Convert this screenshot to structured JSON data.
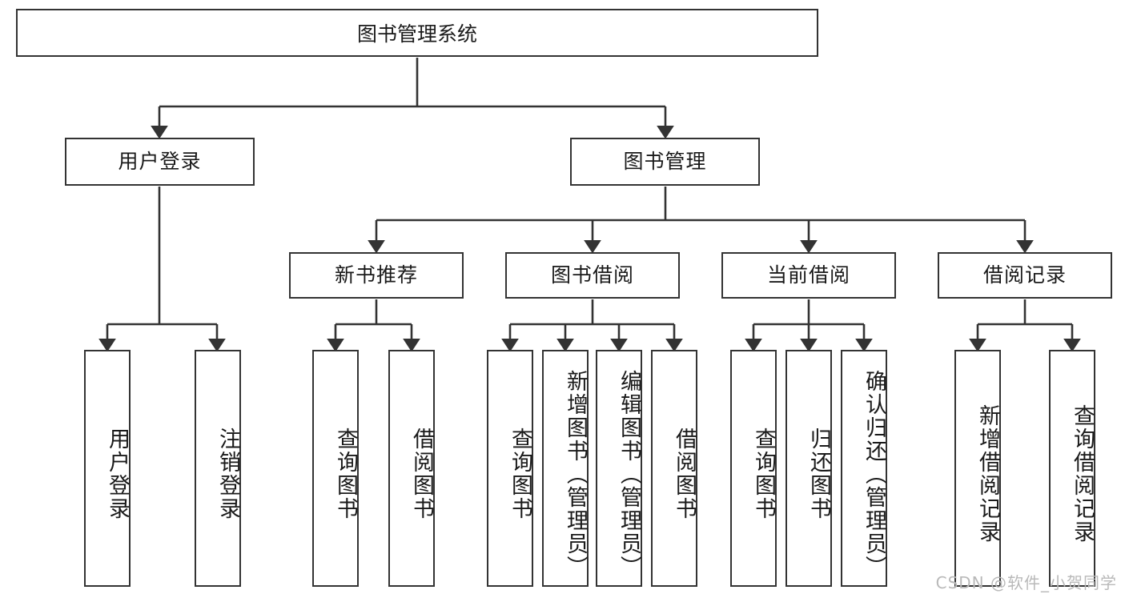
{
  "diagram": {
    "title": "图书管理系统",
    "type": "hierarchy-tree",
    "watermark": "CSDN @软件_小贺同学",
    "colors": {
      "stroke": "#333333",
      "fill": "#ffffff",
      "text": "#1a1a1a",
      "watermark": "#b9b9b9"
    },
    "nodes": {
      "root": {
        "label": "图书管理系统",
        "level": 0
      },
      "l1": [
        {
          "id": "user-login",
          "label": "用户登录",
          "level": 1
        },
        {
          "id": "book-manage",
          "label": "图书管理",
          "level": 1
        }
      ],
      "l2": [
        {
          "id": "new-book-rec",
          "label": "新书推荐",
          "level": 2,
          "parent": "book-manage"
        },
        {
          "id": "book-borrow",
          "label": "图书借阅",
          "level": 2,
          "parent": "book-manage"
        },
        {
          "id": "current-borrow",
          "label": "当前借阅",
          "level": 2,
          "parent": "book-manage"
        },
        {
          "id": "borrow-record",
          "label": "借阅记录",
          "level": 2,
          "parent": "book-manage"
        }
      ],
      "leaves": [
        {
          "id": "leaf-user-login",
          "label": "用户登录",
          "parent": "user-login"
        },
        {
          "id": "leaf-logout",
          "label": "注销登录",
          "parent": "user-login"
        },
        {
          "id": "leaf-query-book-1",
          "label": "查询图书",
          "parent": "new-book-rec"
        },
        {
          "id": "leaf-borrow-book-1",
          "label": "借阅图书",
          "parent": "new-book-rec"
        },
        {
          "id": "leaf-query-book-2",
          "label": "查询图书",
          "parent": "book-borrow"
        },
        {
          "id": "leaf-add-book",
          "label": "新增图书（管理员）",
          "parent": "book-borrow"
        },
        {
          "id": "leaf-edit-book",
          "label": "编辑图书（管理员）",
          "parent": "book-borrow"
        },
        {
          "id": "leaf-borrow-book-2",
          "label": "借阅图书",
          "parent": "book-borrow"
        },
        {
          "id": "leaf-query-book-3",
          "label": "查询图书",
          "parent": "current-borrow"
        },
        {
          "id": "leaf-return-book",
          "label": "归还图书",
          "parent": "current-borrow"
        },
        {
          "id": "leaf-confirm-return",
          "label": "确认归还（管理员）",
          "parent": "current-borrow"
        },
        {
          "id": "leaf-add-record",
          "label": "新增借阅记录",
          "parent": "borrow-record"
        },
        {
          "id": "leaf-query-record",
          "label": "查询借阅记录",
          "parent": "borrow-record"
        }
      ]
    }
  }
}
